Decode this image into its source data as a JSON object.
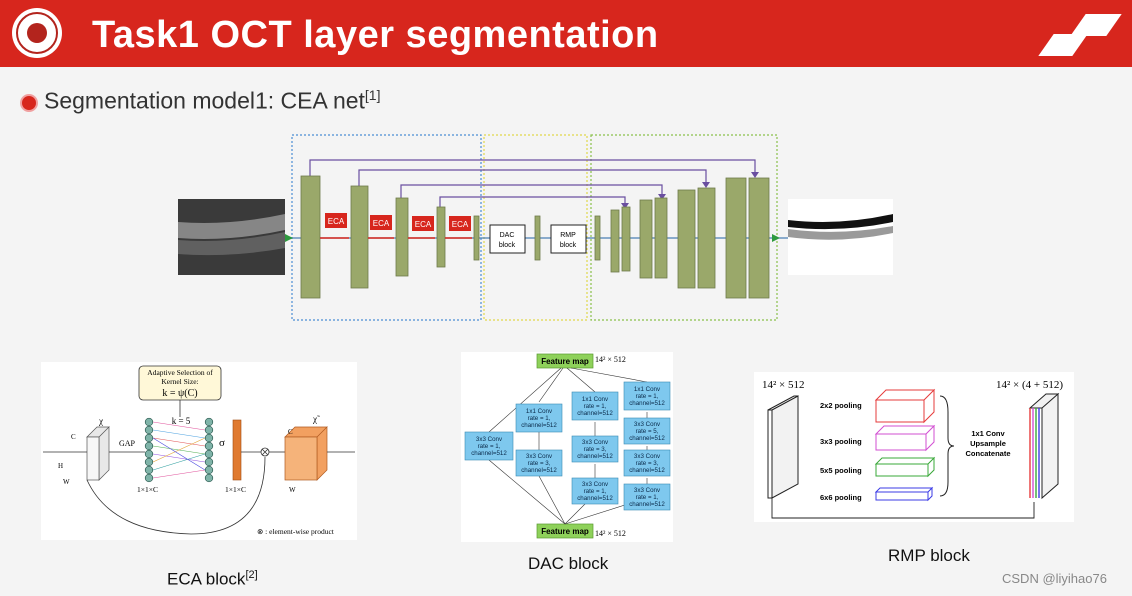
{
  "header": {
    "title": "Task1 OCT layer segmentation"
  },
  "subtitle": {
    "text": "Segmentation model1: CEA net",
    "ref": "[1]"
  },
  "main_diagram": {
    "eca_labels": [
      "ECA",
      "ECA",
      "ECA",
      "ECA"
    ],
    "dac_label": [
      "DAC",
      "block"
    ],
    "rmp_label": [
      "RMP",
      "block"
    ]
  },
  "eca_panel": {
    "box_text": [
      "Adaptive Selection of",
      "Kernel Size:",
      "k = ψ(C)"
    ],
    "k_label": "k = 5",
    "gap": "GAP",
    "chi": "χ",
    "chi_tilde": "χ̃",
    "sigma": "σ",
    "dim1": "1×1×C",
    "dim2": "1×1×C",
    "c": "C",
    "h": "H",
    "w": "W",
    "legend": "⊗ : element-wise product",
    "caption": "ECA block",
    "caption_ref": "[2]"
  },
  "dac_panel": {
    "feature_map_top": "Feature map",
    "feature_map_bottom": "Feature map",
    "dim": "14² × 512",
    "boxes": [
      [
        "3x3 Conv",
        "rate = 1,",
        "channel=512"
      ],
      [
        "1x1 Conv",
        "rate = 1,",
        "channel=512"
      ],
      [
        "3x3 Conv",
        "rate = 3,",
        "channel=512"
      ],
      [
        "1x1 Conv",
        "rate = 1,",
        "channel=512"
      ],
      [
        "3x3 Conv",
        "rate = 3,",
        "channel=512"
      ],
      [
        "3x3 Conv",
        "rate = 1,",
        "channel=512"
      ],
      [
        "1x1 Conv",
        "rate = 1,",
        "channel=512"
      ],
      [
        "3x3 Conv",
        "rate = 5,",
        "channel=512"
      ],
      [
        "3x3 Conv",
        "rate = 3,",
        "channel=512"
      ],
      [
        "3x3 Conv",
        "rate = 1,",
        "channel=512"
      ]
    ],
    "caption": "DAC block"
  },
  "rmp_panel": {
    "dim_left": "14² × 512",
    "dim_right": "14² × (4 + 512)",
    "pools": [
      "2x2 pooling",
      "3x3 pooling",
      "5x5 pooling",
      "6x6 pooling"
    ],
    "pool_colors": [
      "#e63b3b",
      "#d24fd2",
      "#3aa83a",
      "#3b3be6"
    ],
    "ops": [
      "1x1 Conv",
      "Upsample",
      "Concatenate"
    ],
    "caption": "RMP block"
  },
  "watermark": "CSDN @liyihao76"
}
